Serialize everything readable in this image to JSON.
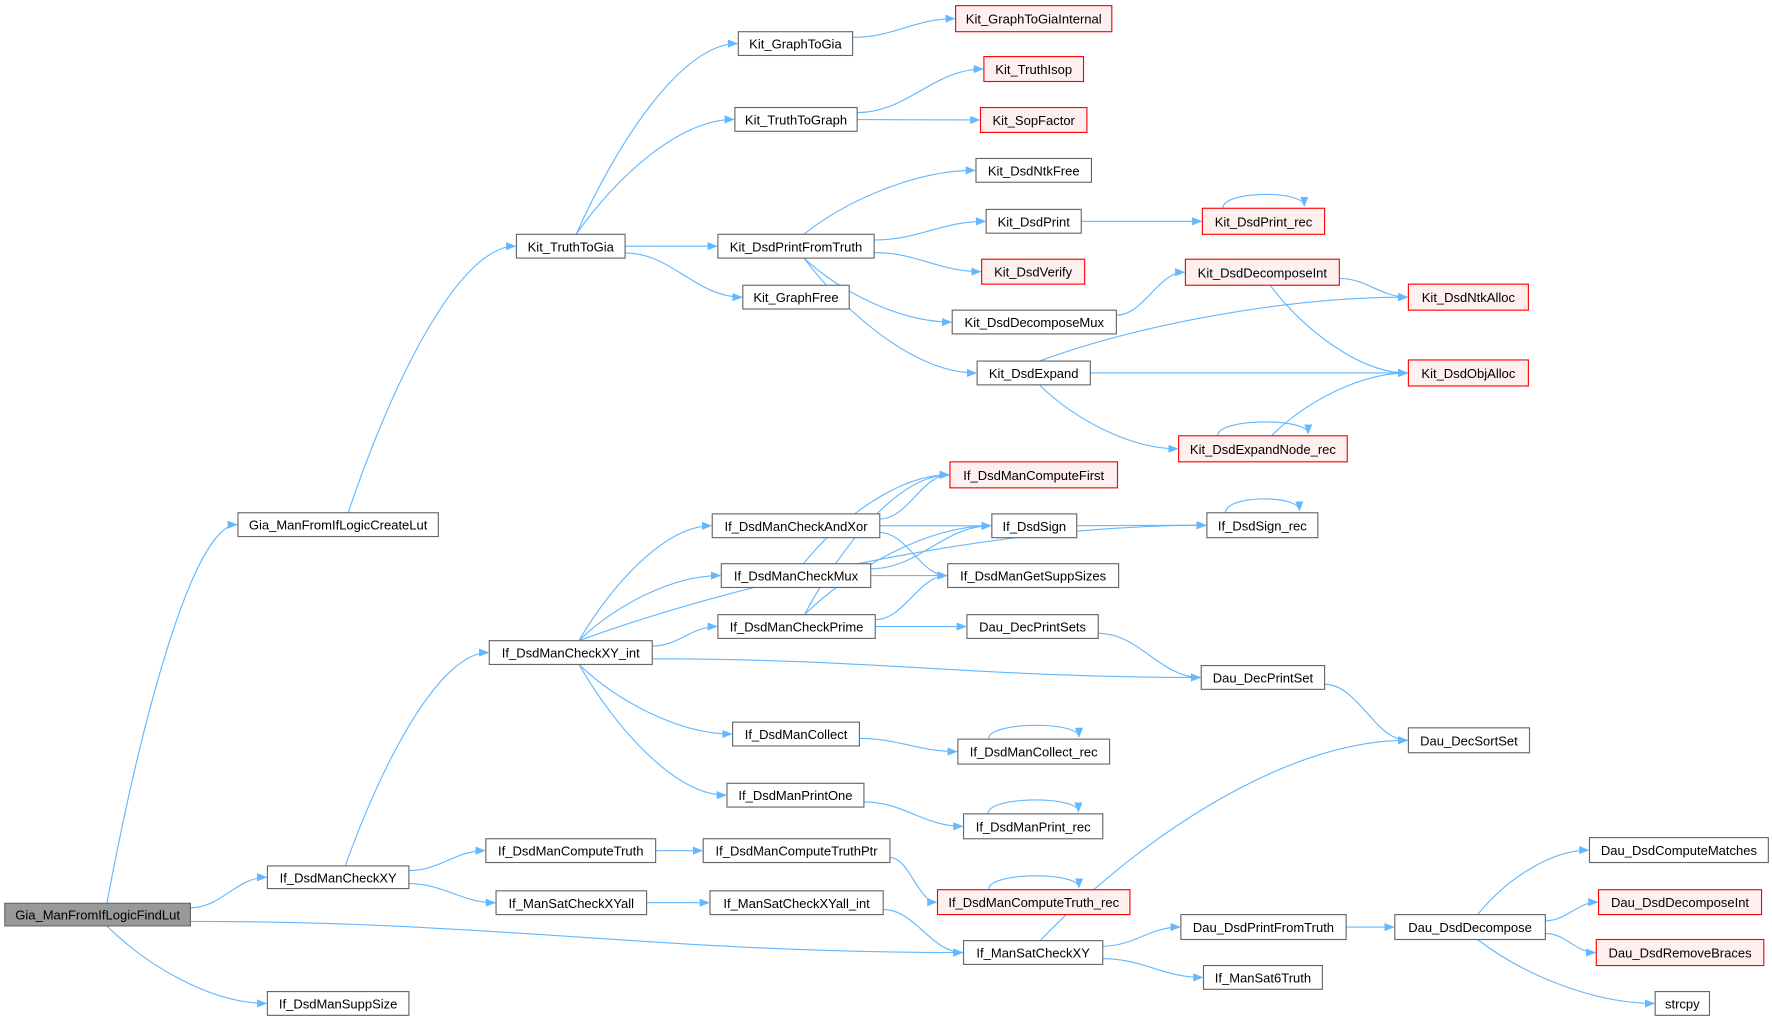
{
  "colors": {
    "edge": "#63b8ff",
    "border": "#666666",
    "red_border": "#ff0000",
    "red_fill": "#fff0f0",
    "root_fill": "#999999"
  },
  "nodes": [
    {
      "id": "gia_findlut",
      "label": "Gia_ManFromIfLogicFindLut",
      "style": "root"
    },
    {
      "id": "gia_createlut",
      "label": "Gia_ManFromIfLogicCreateLut",
      "style": "normal"
    },
    {
      "id": "checkxy",
      "label": "If_DsdManCheckXY",
      "style": "normal"
    },
    {
      "id": "suppsize",
      "label": "If_DsdManSuppSize",
      "style": "normal"
    },
    {
      "id": "kit_truthtogia",
      "label": "Kit_TruthToGia",
      "style": "normal"
    },
    {
      "id": "checkxy_int",
      "label": "If_DsdManCheckXY_int",
      "style": "normal"
    },
    {
      "id": "computetruth",
      "label": "If_DsdManComputeTruth",
      "style": "normal"
    },
    {
      "id": "satcheckxyall",
      "label": "If_ManSatCheckXYall",
      "style": "normal"
    },
    {
      "id": "graphtogia",
      "label": "Kit_GraphToGia",
      "style": "normal"
    },
    {
      "id": "truthtograph",
      "label": "Kit_TruthToGraph",
      "style": "normal"
    },
    {
      "id": "dsdprintfromtruth",
      "label": "Kit_DsdPrintFromTruth",
      "style": "normal"
    },
    {
      "id": "graphfree",
      "label": "Kit_GraphFree",
      "style": "normal"
    },
    {
      "id": "checkandxor",
      "label": "If_DsdManCheckAndXor",
      "style": "normal"
    },
    {
      "id": "checkmux",
      "label": "If_DsdManCheckMux",
      "style": "normal"
    },
    {
      "id": "checkprime",
      "label": "If_DsdManCheckPrime",
      "style": "normal"
    },
    {
      "id": "collect",
      "label": "If_DsdManCollect",
      "style": "normal"
    },
    {
      "id": "printone",
      "label": "If_DsdManPrintOne",
      "style": "normal"
    },
    {
      "id": "computetruthptr",
      "label": "If_DsdManComputeTruthPtr",
      "style": "normal"
    },
    {
      "id": "satcheckxyall_int",
      "label": "If_ManSatCheckXYall_int",
      "style": "normal"
    },
    {
      "id": "graphtogiainternal",
      "label": "Kit_GraphToGiaInternal",
      "style": "red"
    },
    {
      "id": "truthisop",
      "label": "Kit_TruthIsop",
      "style": "red"
    },
    {
      "id": "sopfactor",
      "label": "Kit_SopFactor",
      "style": "red"
    },
    {
      "id": "dsdntkfree",
      "label": "Kit_DsdNtkFree",
      "style": "normal"
    },
    {
      "id": "dsdprint",
      "label": "Kit_DsdPrint",
      "style": "normal"
    },
    {
      "id": "dsdverify",
      "label": "Kit_DsdVerify",
      "style": "red"
    },
    {
      "id": "decomposemux",
      "label": "Kit_DsdDecomposeMux",
      "style": "normal"
    },
    {
      "id": "dsdexpand",
      "label": "Kit_DsdExpand",
      "style": "normal"
    },
    {
      "id": "computefirst",
      "label": "If_DsdManComputeFirst",
      "style": "red"
    },
    {
      "id": "dsdsign",
      "label": "If_DsdSign",
      "style": "normal"
    },
    {
      "id": "getsuppsizes",
      "label": "If_DsdManGetSuppSizes",
      "style": "normal"
    },
    {
      "id": "decprintsets",
      "label": "Dau_DecPrintSets",
      "style": "normal"
    },
    {
      "id": "collect_rec",
      "label": "If_DsdManCollect_rec",
      "style": "normal"
    },
    {
      "id": "print_rec",
      "label": "If_DsdManPrint_rec",
      "style": "normal"
    },
    {
      "id": "computetruth_rec",
      "label": "If_DsdManComputeTruth_rec",
      "style": "red"
    },
    {
      "id": "satcheckxy",
      "label": "If_ManSatCheckXY",
      "style": "normal"
    },
    {
      "id": "dsdprint_rec",
      "label": "Kit_DsdPrint_rec",
      "style": "red"
    },
    {
      "id": "dsddecomposeint",
      "label": "Kit_DsdDecomposeInt",
      "style": "red"
    },
    {
      "id": "expandnode_rec",
      "label": "Kit_DsdExpandNode_rec",
      "style": "red"
    },
    {
      "id": "dsdsign_rec",
      "label": "If_DsdSign_rec",
      "style": "normal"
    },
    {
      "id": "decprintset",
      "label": "Dau_DecPrintSet",
      "style": "normal"
    },
    {
      "id": "dau_printfromtruth",
      "label": "Dau_DsdPrintFromTruth",
      "style": "normal"
    },
    {
      "id": "sat6truth",
      "label": "If_ManSat6Truth",
      "style": "normal"
    },
    {
      "id": "ntkalloc",
      "label": "Kit_DsdNtkAlloc",
      "style": "red"
    },
    {
      "id": "objalloc",
      "label": "Kit_DsdObjAlloc",
      "style": "red"
    },
    {
      "id": "decsortset",
      "label": "Dau_DecSortSet",
      "style": "normal"
    },
    {
      "id": "dau_decompose",
      "label": "Dau_DsdDecompose",
      "style": "normal"
    },
    {
      "id": "dau_matches",
      "label": "Dau_DsdComputeMatches",
      "style": "normal"
    },
    {
      "id": "dau_decomposeint",
      "label": "Dau_DsdDecomposeInt",
      "style": "red"
    },
    {
      "id": "dau_removebraces",
      "label": "Dau_DsdRemoveBraces",
      "style": "red"
    },
    {
      "id": "strcpy",
      "label": "strcpy",
      "style": "normal"
    }
  ],
  "edges": [
    [
      "gia_findlut",
      "gia_createlut"
    ],
    [
      "gia_findlut",
      "checkxy"
    ],
    [
      "gia_findlut",
      "suppsize"
    ],
    [
      "gia_findlut",
      "satcheckxy"
    ],
    [
      "gia_createlut",
      "kit_truthtogia"
    ],
    [
      "checkxy",
      "checkxy_int"
    ],
    [
      "checkxy",
      "computetruth"
    ],
    [
      "checkxy",
      "satcheckxyall"
    ],
    [
      "kit_truthtogia",
      "graphtogia"
    ],
    [
      "kit_truthtogia",
      "truthtograph"
    ],
    [
      "kit_truthtogia",
      "dsdprintfromtruth"
    ],
    [
      "kit_truthtogia",
      "graphfree"
    ],
    [
      "checkxy_int",
      "checkandxor"
    ],
    [
      "checkxy_int",
      "checkmux"
    ],
    [
      "checkxy_int",
      "checkprime"
    ],
    [
      "checkxy_int",
      "collect"
    ],
    [
      "checkxy_int",
      "printone"
    ],
    [
      "checkxy_int",
      "decprintset"
    ],
    [
      "checkxy_int",
      "dsdsign_rec"
    ],
    [
      "computetruth",
      "computetruthptr"
    ],
    [
      "satcheckxyall",
      "satcheckxyall_int"
    ],
    [
      "graphtogia",
      "graphtogiainternal"
    ],
    [
      "truthtograph",
      "truthisop"
    ],
    [
      "truthtograph",
      "sopfactor"
    ],
    [
      "dsdprintfromtruth",
      "dsdntkfree"
    ],
    [
      "dsdprintfromtruth",
      "dsdprint"
    ],
    [
      "dsdprintfromtruth",
      "dsdverify"
    ],
    [
      "dsdprintfromtruth",
      "decomposemux"
    ],
    [
      "dsdprintfromtruth",
      "dsdexpand"
    ],
    [
      "checkandxor",
      "computefirst"
    ],
    [
      "checkandxor",
      "dsdsign"
    ],
    [
      "checkandxor",
      "getsuppsizes"
    ],
    [
      "checkmux",
      "computefirst"
    ],
    [
      "checkmux",
      "dsdsign"
    ],
    [
      "checkmux",
      "getsuppsizes"
    ],
    [
      "checkprime",
      "computefirst"
    ],
    [
      "checkprime",
      "dsdsign"
    ],
    [
      "checkprime",
      "getsuppsizes"
    ],
    [
      "checkprime",
      "decprintsets"
    ],
    [
      "collect",
      "collect_rec"
    ],
    [
      "printone",
      "print_rec"
    ],
    [
      "computetruthptr",
      "computetruth_rec"
    ],
    [
      "satcheckxyall_int",
      "satcheckxy"
    ],
    [
      "dsdprint",
      "dsdprint_rec"
    ],
    [
      "decomposemux",
      "dsddecomposeint"
    ],
    [
      "dsdexpand",
      "ntkalloc"
    ],
    [
      "dsdexpand",
      "objalloc"
    ],
    [
      "dsdexpand",
      "expandnode_rec"
    ],
    [
      "dsdsign",
      "dsdsign_rec"
    ],
    [
      "decprintsets",
      "decprintset"
    ],
    [
      "satcheckxy",
      "decsortset"
    ],
    [
      "satcheckxy",
      "dau_printfromtruth"
    ],
    [
      "satcheckxy",
      "sat6truth"
    ],
    [
      "dsdprint_rec",
      "dsdprint_rec"
    ],
    [
      "dsddecomposeint",
      "ntkalloc"
    ],
    [
      "dsddecomposeint",
      "objalloc"
    ],
    [
      "expandnode_rec",
      "expandnode_rec"
    ],
    [
      "expandnode_rec",
      "objalloc"
    ],
    [
      "dsdsign_rec",
      "dsdsign_rec"
    ],
    [
      "decprintset",
      "decsortset"
    ],
    [
      "collect_rec",
      "collect_rec"
    ],
    [
      "print_rec",
      "print_rec"
    ],
    [
      "computetruth_rec",
      "computetruth_rec"
    ],
    [
      "dau_printfromtruth",
      "dau_decompose"
    ],
    [
      "dau_decompose",
      "dau_matches"
    ],
    [
      "dau_decompose",
      "dau_decomposeint"
    ],
    [
      "dau_decompose",
      "dau_removebraces"
    ],
    [
      "dau_decompose",
      "strcpy"
    ]
  ]
}
